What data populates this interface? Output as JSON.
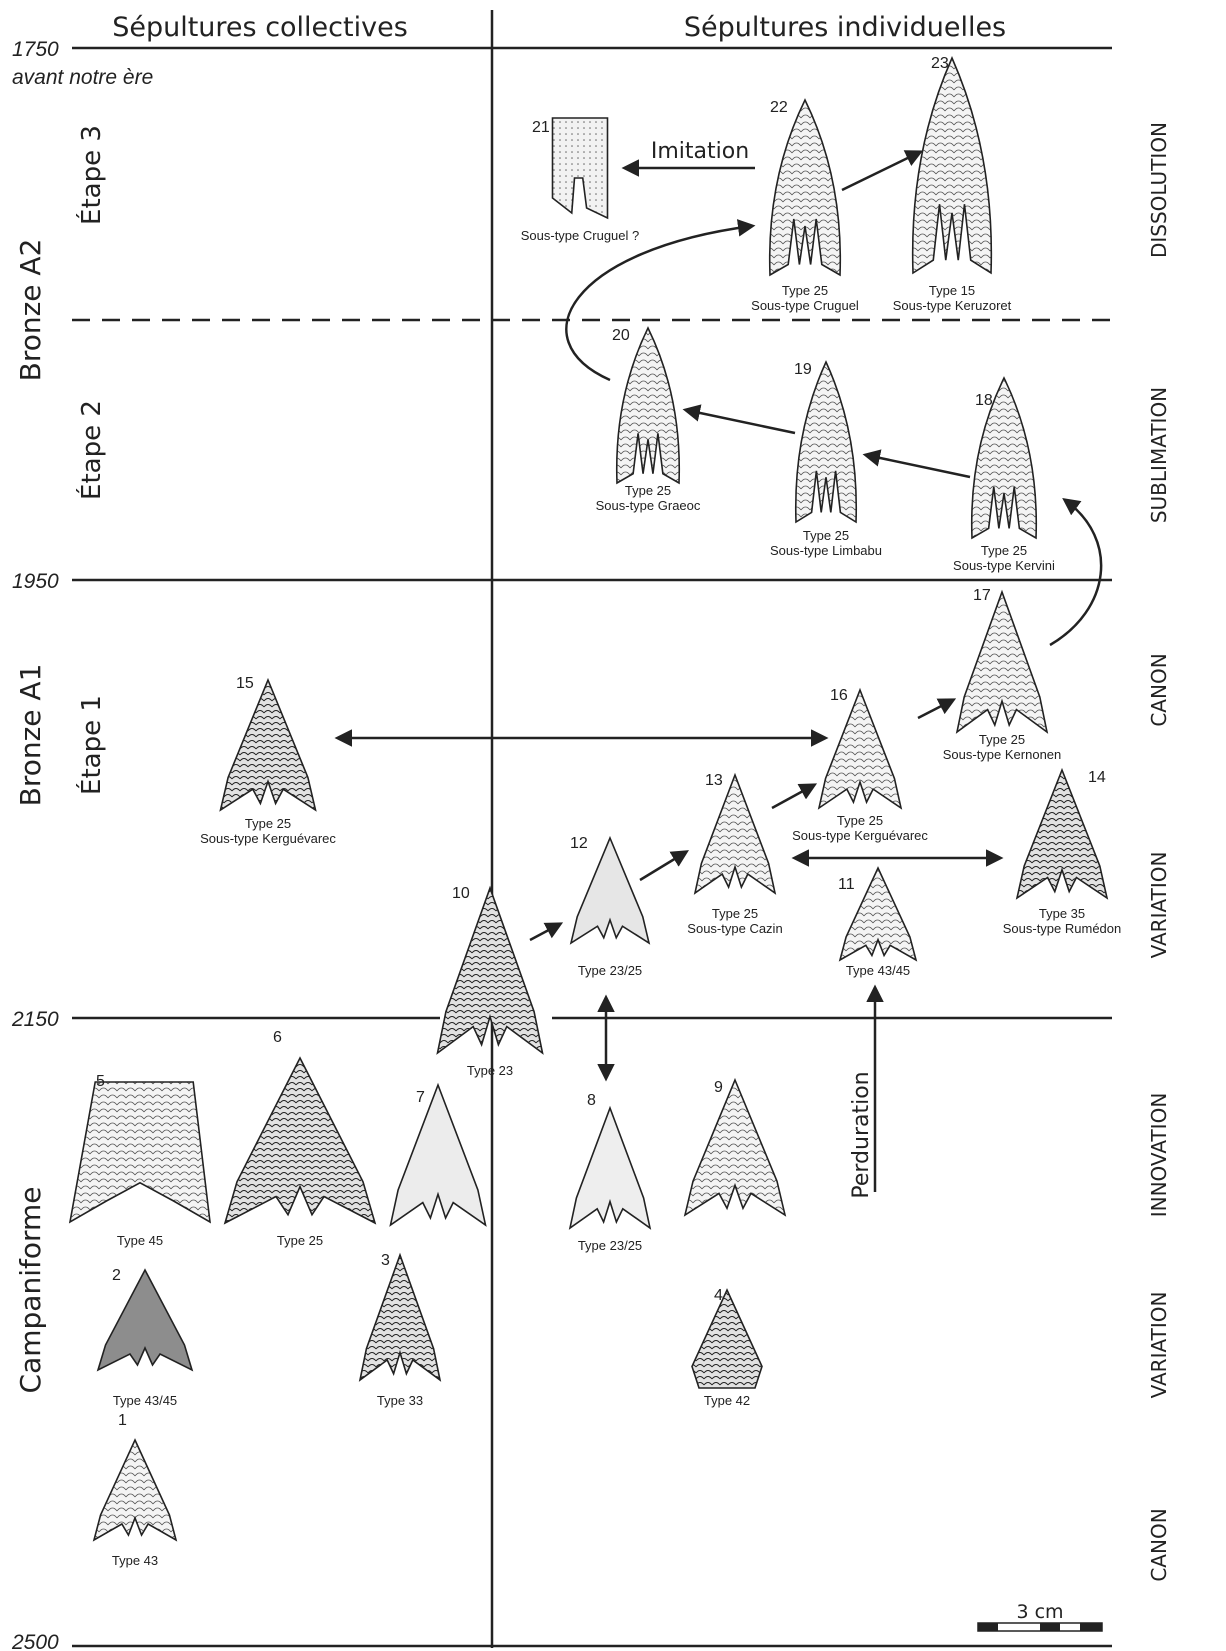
{
  "columns": {
    "left": "Sépultures collectives",
    "right": "Sépultures individuelles"
  },
  "dates": {
    "d1750": "1750",
    "d1750_sub": "avant notre ère",
    "d1950": "1950",
    "d2150": "2150",
    "d2500": "2500"
  },
  "periods": {
    "bronze_a2": "Bronze A2",
    "bronze_a1": "Bronze A1",
    "campaniforme": "Campaniforme"
  },
  "etapes": {
    "e3": "Étape 3",
    "e2": "Étape 2",
    "e1": "Étape 1"
  },
  "phases": {
    "dissolution": "DISSOLUTION",
    "sublimation": "SUBLIMATION",
    "canon_top": "CANON",
    "variation_top": "VARIATION",
    "innovation": "INNOVATION",
    "variation_bottom": "VARIATION",
    "canon_bottom": "CANON"
  },
  "annotations": {
    "imitation": "Imitation",
    "perduration": "Perduration"
  },
  "scale": "3 cm",
  "artifacts": [
    {
      "num": "1",
      "line1": "Type 43",
      "line2": ""
    },
    {
      "num": "2",
      "line1": "Type 43/45",
      "line2": ""
    },
    {
      "num": "3",
      "line1": "Type 33",
      "line2": ""
    },
    {
      "num": "4",
      "line1": "Type 42",
      "line2": ""
    },
    {
      "num": "5",
      "line1": "Type 45",
      "line2": ""
    },
    {
      "num": "6",
      "line1": "Type 25",
      "line2": ""
    },
    {
      "num": "7",
      "line1": "",
      "line2": ""
    },
    {
      "num": "8",
      "line1": "Type 23/25",
      "line2": ""
    },
    {
      "num": "9",
      "line1": "",
      "line2": ""
    },
    {
      "num": "10",
      "line1": "Type 23",
      "line2": ""
    },
    {
      "num": "11",
      "line1": "Type 43/45",
      "line2": ""
    },
    {
      "num": "12",
      "line1": "Type 23/25",
      "line2": ""
    },
    {
      "num": "13",
      "line1": "Type 25",
      "line2": "Sous-type Cazin"
    },
    {
      "num": "14",
      "line1": "Type 35",
      "line2": "Sous-type Rumédon"
    },
    {
      "num": "15",
      "line1": "Type 25",
      "line2": "Sous-type Kerguévarec"
    },
    {
      "num": "16",
      "line1": "Type 25",
      "line2": "Sous-type Kerguévarec"
    },
    {
      "num": "17",
      "line1": "Type 25",
      "line2": "Sous-type Kernonen"
    },
    {
      "num": "18",
      "line1": "Type 25",
      "line2": "Sous-type Kervini"
    },
    {
      "num": "19",
      "line1": "Type 25",
      "line2": "Sous-type Limbabu"
    },
    {
      "num": "20",
      "line1": "Type 25",
      "line2": "Sous-type Graeoc"
    },
    {
      "num": "21",
      "line1": "Sous-type Cruguel ?",
      "line2": ""
    },
    {
      "num": "22",
      "line1": "Type 25",
      "line2": "Sous-type Cruguel"
    },
    {
      "num": "23",
      "line1": "Type 15",
      "line2": "Sous-type Keruzoret"
    }
  ]
}
